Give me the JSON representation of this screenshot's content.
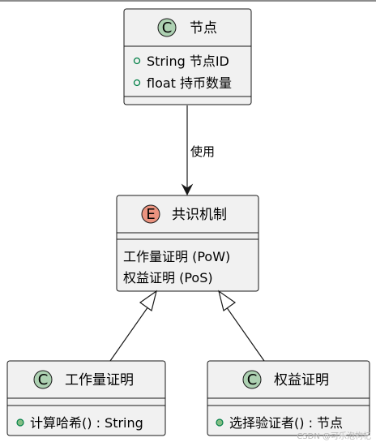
{
  "diagram": {
    "node_class": {
      "stereotype": "C",
      "name": "节点",
      "fields": [
        "String 节点ID",
        "float 持币数量"
      ]
    },
    "consensus_enum": {
      "stereotype": "E",
      "name": "共识机制",
      "values": [
        "工作量证明 (PoW)",
        "权益证明 (PoS)"
      ]
    },
    "pow_class": {
      "stereotype": "C",
      "name": "工作量证明",
      "methods": [
        "计算哈希() : String"
      ]
    },
    "pos_class": {
      "stereotype": "C",
      "name": "权益证明",
      "methods": [
        "选择验证者() : 节点"
      ]
    },
    "relations": {
      "uses_label": "使用"
    },
    "watermark": "CSDN @可乐泡枸杞"
  },
  "colors": {
    "box_fill": "#f1f1f1",
    "box_stroke": "#181818",
    "class_badge": "#add1b2",
    "enum_badge": "#eb937f",
    "member_dot": "#038048"
  }
}
